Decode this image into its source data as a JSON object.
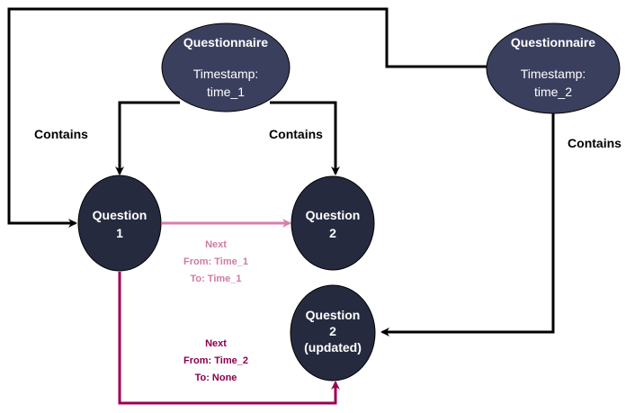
{
  "colors": {
    "questionnaire_fill": "#3b3f5e",
    "question_fill": "#262a3f",
    "edge_black": "#000000",
    "edge_next_light": "#d77fa8",
    "edge_next_dark": "#990055",
    "label_next_light": "#d07aa3",
    "label_next_dark": "#8a004e"
  },
  "nodes": {
    "questionnaire1": {
      "title": "Questionnaire",
      "line1": "Timestamp:",
      "line2": "time_1"
    },
    "questionnaire2": {
      "title": "Questionnaire",
      "line1": "Timestamp:",
      "line2": "time_2"
    },
    "question1": {
      "line1": "Question",
      "line2": "1"
    },
    "question2": {
      "line1": "Question",
      "line2": "2"
    },
    "question2_updated": {
      "line1": "Question",
      "line2": "2",
      "line3": "(updated)"
    }
  },
  "edges": {
    "contains_left": "Contains",
    "contains_mid": "Contains",
    "contains_right": "Contains",
    "next1": {
      "line1": "Next",
      "line2": "From: Time_1",
      "line3": "To: Time_1"
    },
    "next2": {
      "line1": "Next",
      "line2": "From: Time_2",
      "line3": "To: None"
    }
  }
}
